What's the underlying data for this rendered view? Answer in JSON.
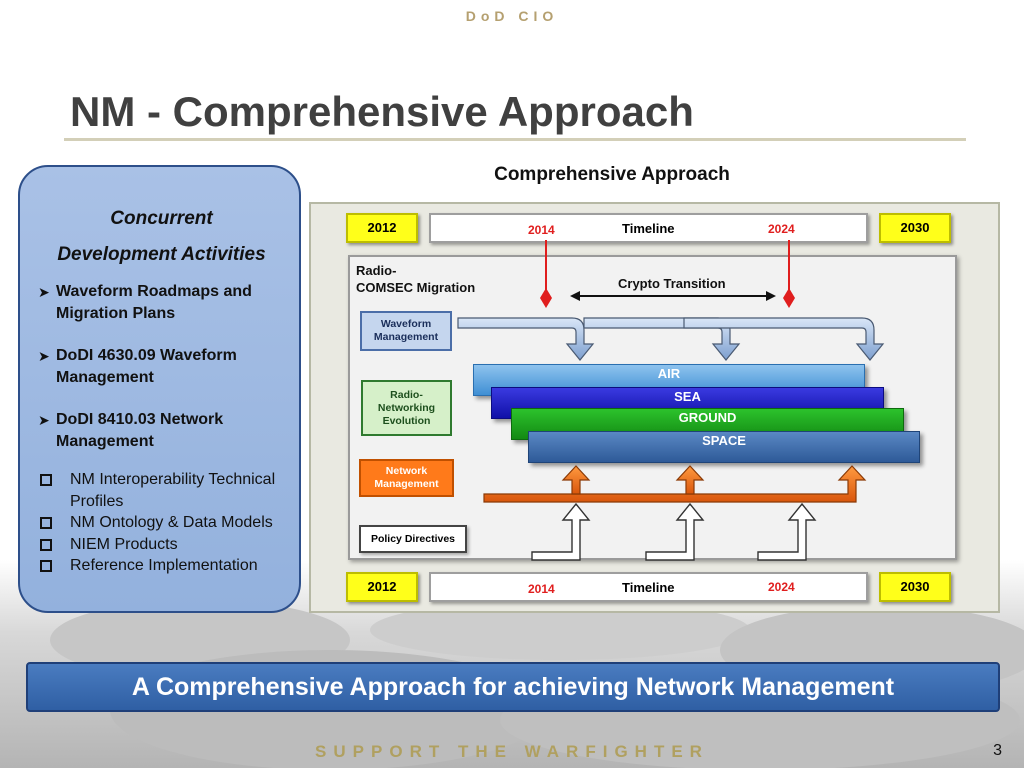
{
  "header": {
    "org": "DoD CIO"
  },
  "title": "NM - Comprehensive Approach",
  "left_panel": {
    "heading_line1": "Concurrent",
    "heading_line2": "Development Activities",
    "bullets": [
      "Waveform Roadmaps and Migration Plans",
      "DoDI 4630.09 Waveform Management",
      "DoDI 8410.03 Network Management"
    ],
    "sub_bullets": [
      "NM Interoperability Technical Profiles",
      "NM Ontology & Data Models",
      "NIEM Products",
      "Reference Implementation"
    ]
  },
  "diagram": {
    "title": "Comprehensive Approach",
    "timeline_top": {
      "start": "2012",
      "end": "2030",
      "label": "Timeline",
      "mark_a": "2014",
      "mark_b": "2024"
    },
    "timeline_bottom": {
      "start": "2012",
      "end": "2030",
      "label": "Timeline",
      "mark_a": "2014",
      "mark_b": "2024"
    },
    "radio_label_line1": "Radio-",
    "radio_label_line2": "COMSEC Migration",
    "crypto_label": "Crypto Transition",
    "boxes": {
      "waveform": "Waveform Management",
      "radio_networking": "Radio-Networking Evolution",
      "network_mgmt": "Network Management",
      "policy": "Policy Directives"
    },
    "bands": [
      "AIR",
      "SEA",
      "GROUND",
      "SPACE"
    ],
    "colors": {
      "accent_red": "#e01e1e",
      "year_box": "#ffff1a",
      "network_orange": "#ff7a1a"
    }
  },
  "banner": "A Comprehensive Approach for achieving Network Management",
  "footer": "SUPPORT THE WARFIGHTER",
  "page_number": "3"
}
